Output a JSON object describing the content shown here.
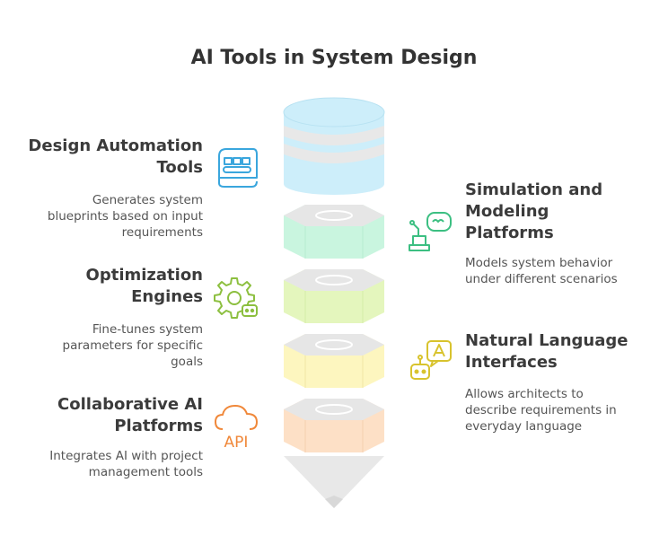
{
  "title": "AI Tools in System Design",
  "left_items": [
    {
      "heading_line1": "Design Automation",
      "heading_line2": "Tools",
      "desc_lines": [
        "Generates system",
        "blueprints based on input",
        "requirements"
      ],
      "icon": "conveyor-icon",
      "color": "#3aa6dd"
    },
    {
      "heading_line1": "Optimization",
      "heading_line2": "Engines",
      "desc_lines": [
        "Fine-tunes system",
        "parameters for specific",
        "goals"
      ],
      "icon": "gear-robot-icon",
      "color": "#8cbf3f"
    },
    {
      "heading_line1": "Collaborative AI",
      "heading_line2": "Platforms",
      "desc_lines": [
        "Integrates AI with project",
        "management tools"
      ],
      "icon": "cloud-api-icon",
      "color": "#f0883a"
    }
  ],
  "right_items": [
    {
      "heading_lines": [
        "Simulation and",
        "Modeling",
        "Platforms"
      ],
      "desc_lines": [
        "Models system behavior",
        "under different scenarios"
      ],
      "icon": "vr-computer-icon",
      "color": "#3cbf82"
    },
    {
      "heading_lines": [
        "Natural Language",
        "Interfaces"
      ],
      "desc_lines": [
        "Allows architects to",
        "describe requirements in",
        "everyday language"
      ],
      "icon": "chat-robot-icon",
      "color": "#d8c32e"
    }
  ],
  "api_label": "API",
  "colors": {
    "blue": "#cdeefa",
    "mint": "#c9f5df",
    "lime": "#e4f6bd",
    "yellow": "#fdf6bf",
    "peach": "#fde0c6",
    "gray": "#e6e6e6"
  }
}
